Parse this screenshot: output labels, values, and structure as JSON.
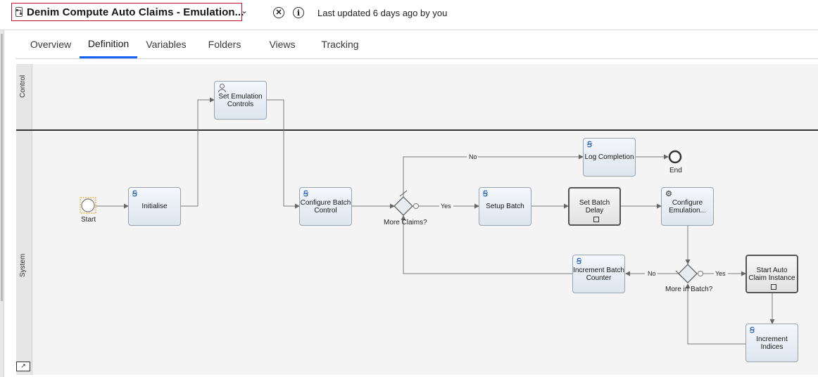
{
  "header": {
    "title": "Denim Compute Auto Claims - Emulation...",
    "caret": "⌄",
    "close_icon_glyph": "✕",
    "info_icon_glyph": "i",
    "updated_text": "Last updated 6 days ago by you"
  },
  "tabs": [
    {
      "label": "Overview",
      "active": false
    },
    {
      "label": "Definition",
      "active": true
    },
    {
      "label": "Variables",
      "active": false
    },
    {
      "label": "Folders",
      "active": false
    },
    {
      "label": "Views",
      "active": false
    },
    {
      "label": "Tracking",
      "active": false
    }
  ],
  "lanes": {
    "control": "Control",
    "system": "System"
  },
  "nodes": {
    "start": "Start",
    "initialise": "Initialise",
    "set_emulation_controls": "Set Emulation Controls",
    "configure_batch_control": "Configure Batch Control",
    "more_claims": "More Claims?",
    "setup_batch": "Setup Batch",
    "set_batch_delay": "Set Batch Delay",
    "configure_emulation": "Configure Emulation...",
    "log_completion": "Log Completion",
    "end": "End",
    "increment_batch_counter": "Increment Batch Counter",
    "more_in_batch": "More in Batch?",
    "start_auto_claim_instance": "Start Auto Claim Instance",
    "increment_indices": "Increment Indices"
  },
  "edges": {
    "no": "No",
    "yes": "Yes"
  },
  "colors": {
    "accent": "#0f62fe",
    "title_border": "#c8102e"
  }
}
